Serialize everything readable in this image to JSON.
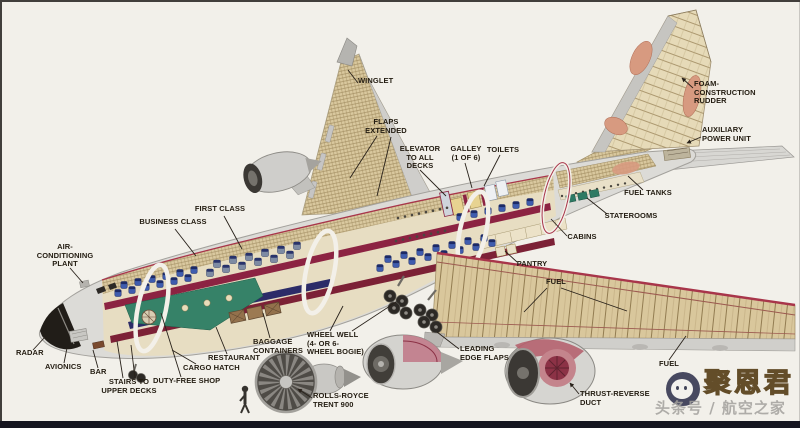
{
  "labels": {
    "winglet": "WINGLET",
    "flaps_extended": "FLAPS\nEXTENDED",
    "elevator": "ELEVATOR\nTO ALL\nDECKS",
    "galley": "GALLEY\n(1 OF 6)",
    "toilets": "TOILETS",
    "foam_rudder": "FOAM-\nCONSTRUCTION\nRUDDER",
    "apu": "AUXILIARY\nPOWER UNIT",
    "fuel_tanks": "FUEL TANKS",
    "staterooms": "STATEROOMS",
    "cabins": "CABINS",
    "pantry": "PANTRY",
    "fuel_left": "FUEL",
    "first_class": "FIRST CLASS",
    "business_class": "BUSINESS CLASS",
    "air_conditioning": "AIR-\nCONDITIONING\nPLANT",
    "radar": "RADAR",
    "avionics": "AVIONICS",
    "bar": "BAR",
    "stairs": "STAIRS TO\nUPPER DECKS",
    "duty_free": "DUTY-FREE SHOP",
    "cargo_hatch": "CARGO HATCH",
    "restaurant": "RESTAURANT",
    "baggage": "BAGGAGE\nCONTAINERS",
    "wheel_well": "WHEEL WELL\n(4- OR 6-\nWHEEL BOGIE)",
    "rolls_royce": "ROLLS-ROYCE\nTRENT 900",
    "leading_edge_flaps": "LEADING\nEDGE FLAPS",
    "thrust_reverse": "THRUST-REVERSE\nDUCT",
    "fuel_right": "FUEL"
  },
  "watermark": {
    "name": "聚恩君",
    "byline": "头条号 / 航空之家",
    "avatar_icon": "cartoon-face-icon"
  },
  "colors": {
    "background": "#f2f0ea",
    "fuselage_silver": "#dcdbd7",
    "cutaway_cream": "#e7ddc2",
    "structure_tan": "#d9c79c",
    "cut_edge_red": "#a8354a",
    "upper_floor_maroon": "#8c2342",
    "seat_blue": "#3f5cae",
    "seat_gray": "#7e8ba3",
    "cabin_teal": "#2f7d66",
    "galley_yellow": "#e7d391",
    "fin_salmon": "#d79a80",
    "label_ink": "#231c11",
    "watermark_gold": "#c9a45a",
    "watermark_gray": "#a3a19d",
    "footer_bar": "#15151f"
  }
}
